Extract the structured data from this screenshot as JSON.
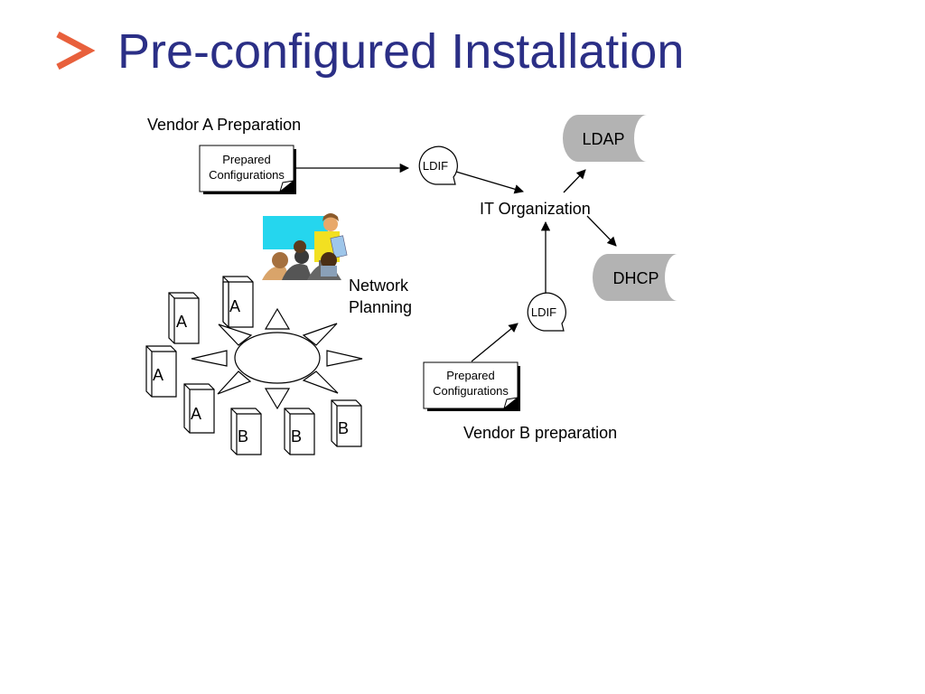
{
  "slide": {
    "title": "Pre-configured Installation",
    "accent_color": "#e8603c",
    "title_color": "#2b2f86",
    "storage_fill": "#b3b3b3",
    "projector_screen_color": "#25d6ee"
  },
  "vendor_a": {
    "label": "Vendor A Preparation",
    "doc_line1": "Prepared",
    "doc_line2": "Configurations",
    "ldif": "LDIF"
  },
  "vendor_b": {
    "label": "Vendor B preparation",
    "doc_line1": "Prepared",
    "doc_line2": "Configurations",
    "ldif": "LDIF"
  },
  "hub": {
    "label": "IT Organization"
  },
  "stores": {
    "ldap": "LDAP",
    "dhcp": "DHCP"
  },
  "planning": {
    "line1": "Network",
    "line2": "Planning",
    "icon": "meeting-clipart-icon"
  },
  "devices": {
    "a1": "A",
    "a2": "A",
    "a3": "A",
    "a4": "A",
    "b1": "B",
    "b2": "B",
    "b3": "B"
  }
}
